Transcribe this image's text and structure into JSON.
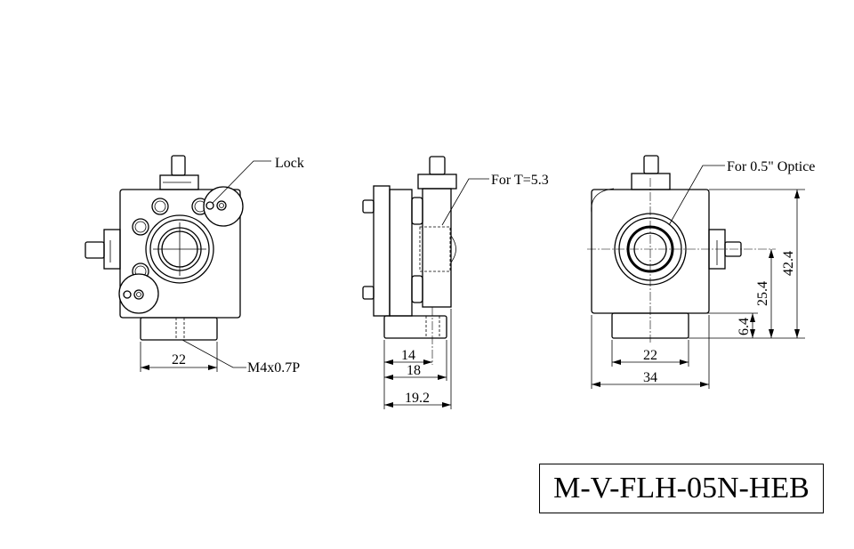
{
  "front_view": {
    "lock_label": "Lock",
    "thread_label": "M4x0.7P",
    "dim_width": "22"
  },
  "side_view": {
    "thickness_label": "For T=5.3",
    "dim_a": "14",
    "dim_b": "18",
    "dim_c": "19.2"
  },
  "rear_view": {
    "optic_label": "For 0.5\" Optice",
    "dim_base": "22",
    "dim_width": "34",
    "dim_height": "42.4",
    "dim_center": "25.4",
    "dim_base_height": "6.4"
  },
  "model_number": "M-V-FLH-05N-HEB"
}
